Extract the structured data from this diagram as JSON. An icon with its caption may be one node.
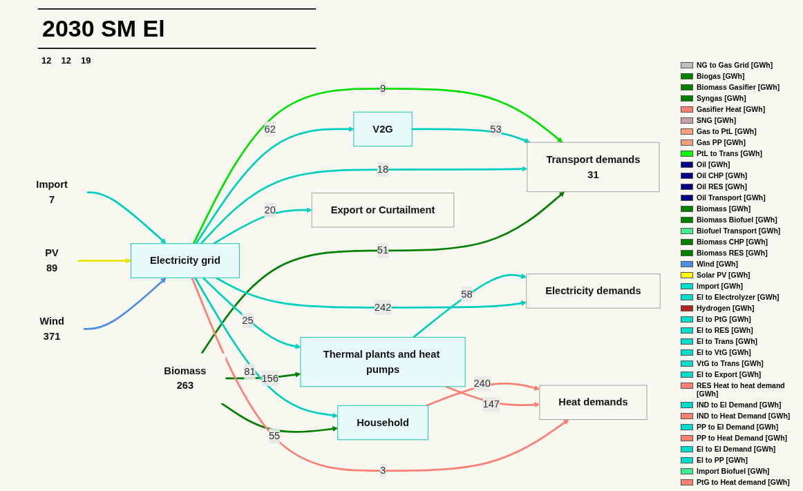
{
  "diagram": {
    "title": "2030 SM El",
    "nodes": [
      {
        "text": [
          "Biomass",
          "263"
        ]
      },
      {
        "text": [
          "Wind",
          "371"
        ]
      },
      {
        "text": [
          "PV",
          "89"
        ]
      },
      {
        "text": [
          "Import",
          "7"
        ]
      },
      {
        "text": [
          "Electricity grid"
        ]
      },
      {
        "text": [
          "Thermal plants and heat pumps"
        ]
      },
      {
        "text": [
          "Household"
        ]
      },
      {
        "text": [
          "V2G"
        ]
      },
      {
        "text": [
          "Transport demands",
          "31"
        ]
      },
      {
        "text": [
          "Electricity demands"
        ]
      },
      {
        "text": [
          "Heat demands"
        ]
      },
      {
        "text": [
          "Export or Curtailment"
        ]
      }
    ],
    "edges": [
      {
        "from": 0,
        "to": 8,
        "label": "51",
        "arrow": "to",
        "color": "#008000"
      },
      {
        "from": 0,
        "to": 5,
        "label": "156",
        "arrow": "to",
        "color": "#008000"
      },
      {
        "from": 0,
        "to": 6,
        "label": "55",
        "arrow": "to",
        "color": "#008000"
      },
      {
        "from": 1,
        "to": 4,
        "arrow": "to",
        "color": "#4a90e2"
      },
      {
        "from": 2,
        "to": 4,
        "arrow": "to",
        "color": "#e6e600"
      },
      {
        "from": 3,
        "to": 4,
        "arrow": "to"
      },
      {
        "from": 4,
        "to": 8,
        "label": "18",
        "arrow": "to"
      },
      {
        "from": 4,
        "to": 7,
        "label": "62",
        "arrow": "to"
      },
      {
        "from": 7,
        "to": 8,
        "label": "53",
        "arrow": "to"
      },
      {
        "from": 4,
        "to": 8,
        "label": "9",
        "arrow": "to",
        "color": "#00e000"
      },
      {
        "from": 4,
        "to": 9,
        "label": "242",
        "arrow": "to"
      },
      {
        "from": 4,
        "to": 5,
        "label": "25",
        "arrow": "to"
      },
      {
        "from": 4,
        "to": 6,
        "label": "81",
        "arrow": "to"
      },
      {
        "from": 4,
        "to": 10,
        "label": "3",
        "arrow": "to",
        "color": "#fa8072"
      },
      {
        "from": 4,
        "to": 11,
        "label": "20",
        "arrow": "to"
      },
      {
        "from": 5,
        "to": 9,
        "label": "58",
        "arrow": "to"
      },
      {
        "from": 5,
        "to": 10,
        "label": "147",
        "arrow": "to",
        "color": "#fa8072"
      },
      {
        "from": 6,
        "to": 10,
        "label": "240",
        "arrow": "to",
        "color": "#fa8072"
      }
    ],
    "labels": [
      "12",
      "12",
      "19"
    ],
    "legend": [
      {
        "text": "NG to Gas Grid [GWh]",
        "color": "#c0c0c0"
      },
      {
        "text": "Biogas [GWh]",
        "color": "#008000"
      },
      {
        "text": "Biomass Gasifier [GWh]",
        "color": "#008000"
      },
      {
        "text": "Syngas [GWh]",
        "color": "#008000"
      },
      {
        "text": "Gasifier Heat [GWh]",
        "color": "#fa8072"
      },
      {
        "text": "SNG [GWh]",
        "color": "#c8a0a8"
      },
      {
        "text": "Gas to PtL [GWh]",
        "color": "#ffa07a"
      },
      {
        "text": "Gas PP [GWh]",
        "color": "#f4a080"
      },
      {
        "text": "PtL to Trans [GWh]",
        "color": "#00ff00"
      },
      {
        "text": "Oil [GWh]",
        "color": "#000080"
      },
      {
        "text": "Oil CHP [GWh]",
        "color": "#000080"
      },
      {
        "text": "Oil RES [GWh]",
        "color": "#000080"
      },
      {
        "text": "Oil Transport [GWh]",
        "color": "#000080"
      },
      {
        "text": "Biomass [GWh]",
        "color": "#008000"
      },
      {
        "text": "Biomass Biofuel [GWh]",
        "color": "#008000"
      },
      {
        "text": "Biofuel Transport [GWh]",
        "color": "#40f090"
      },
      {
        "text": "Biomass CHP [GWh]",
        "color": "#008000"
      },
      {
        "text": "Biomass RES [GWh]",
        "color": "#008000"
      },
      {
        "text": "Wind [GWh]",
        "color": "#4a90e2"
      },
      {
        "text": "Solar PV [GWh]",
        "color": "#ffff00"
      },
      {
        "text": "Import [GWh]",
        "color": "#00dccc"
      },
      {
        "text": "El to Electrolyzer [GWh]",
        "color": "#00dccc"
      },
      {
        "text": "Hydrogen [GWh]",
        "color": "#b22222"
      },
      {
        "text": "El to PtG [GWh]",
        "color": "#00dccc"
      },
      {
        "text": "El to RES [GWh]",
        "color": "#00dccc"
      },
      {
        "text": "El to Trans [GWh]",
        "color": "#00dccc"
      },
      {
        "text": "El to VtG [GWh]",
        "color": "#00dccc"
      },
      {
        "text": "VtG to Trans [GWh]",
        "color": "#00dccc"
      },
      {
        "text": "El to Export [GWh]",
        "color": "#00dccc"
      },
      {
        "text": "RES Heat to heat demand [GWh]",
        "color": "#fa8072"
      },
      {
        "text": "IND to El Demand [GWh]",
        "color": "#00dccc"
      },
      {
        "text": "IND to Heat Demand [GWh]",
        "color": "#fa8072"
      },
      {
        "text": "PP to El Demand [GWh]",
        "color": "#00dccc"
      },
      {
        "text": "PP to Heat Demand [GWh]",
        "color": "#fa8072"
      },
      {
        "text": "El to El Demand [GWh]",
        "color": "#00dccc"
      },
      {
        "text": "El to PP [GWh]",
        "color": "#00dccc"
      },
      {
        "text": "Import Biofuel [GWh]",
        "color": "#40f090"
      },
      {
        "text": "PtG to Heat demand [GWh]",
        "color": "#fa8072"
      }
    ]
  }
}
